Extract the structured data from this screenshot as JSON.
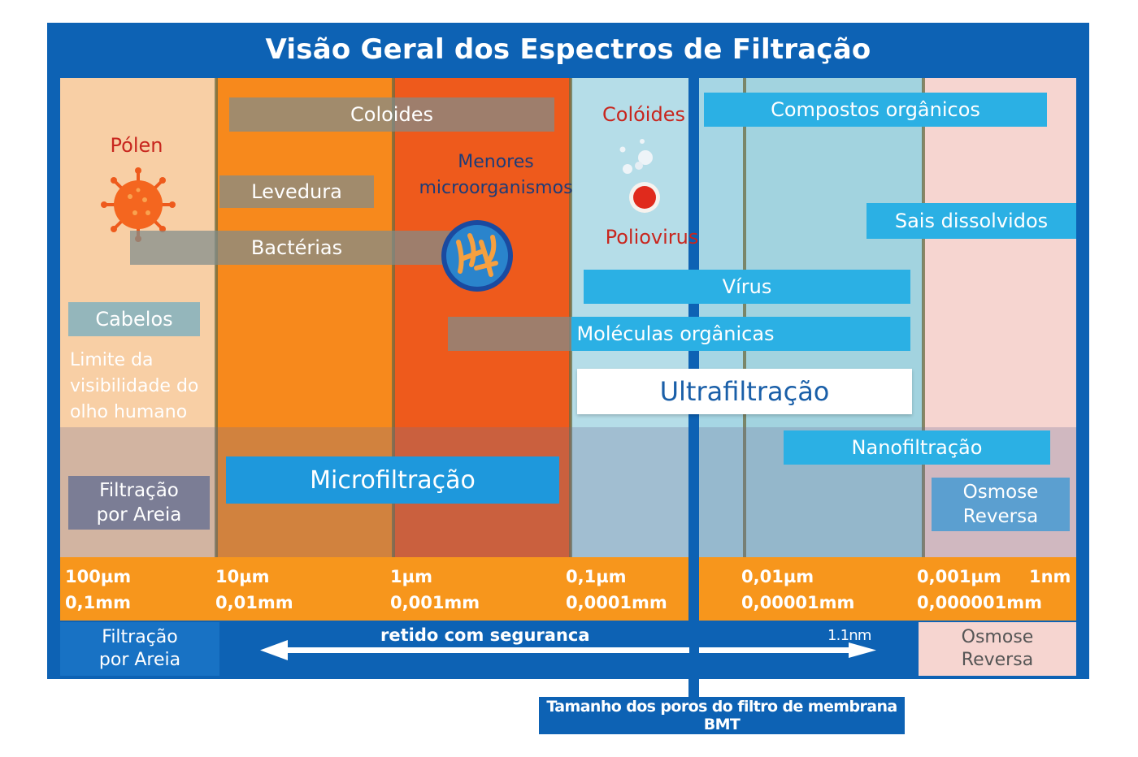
{
  "title": "Visão Geral dos Espectros de Filtração",
  "labels": {
    "polen": "Pólen",
    "coloides": "Coloides",
    "levedura": "Levedura",
    "bacterias": "Bactérias",
    "menores_1": "Menores",
    "menores_2": "microorganismos",
    "coloides2": "Colóides",
    "poliovirus": "Poliovirus",
    "compostos": "Compostos orgânicos",
    "sais": "Sais dissolvidos",
    "virus": "Vírus",
    "moleculas": "Moléculas orgânicas",
    "cabelos": "Cabelos",
    "limite_1": "Limite da",
    "limite_2": "visibilidade do",
    "limite_3": "olho humano",
    "ultrafiltracao": "Ultrafiltração",
    "nanofiltracao": "Nanofiltração",
    "microfiltracao": "Microfiltração",
    "filtracao_areia_1": "Filtração",
    "filtracao_areia_2": "por Areia",
    "osmose_1": "Osmose",
    "osmose_2": "Reversa"
  },
  "scale": [
    {
      "top": "100µm",
      "bottom": "0,1mm"
    },
    {
      "top": "10µm",
      "bottom": "0,01mm"
    },
    {
      "top": "1µm",
      "bottom": "0,001mm"
    },
    {
      "top": "0,1µm",
      "bottom": "0,0001mm"
    },
    {
      "top": "0,01µm",
      "bottom": "0,00001mm"
    },
    {
      "top": "0,001µm",
      "bottom": "0,000001mm"
    },
    {
      "top": "1nm",
      "bottom": ""
    }
  ],
  "bottom": {
    "left_1": "Filtração",
    "left_2": "por Areia",
    "retido": "retido com seguranca",
    "nm": "1.1nm",
    "right_1": "Osmose",
    "right_2": "Reversa"
  },
  "footer": "Tamanho dos poros do filtro de membrana BMT",
  "colors": {
    "frame": "#0d62b4",
    "scale_bar": "#f7961c",
    "label_red": "#c8261e",
    "label_cyan": "#2bb0e4"
  },
  "icons": [
    "pollen-icon",
    "colloid-icon",
    "poliovirus-icon",
    "bacteria-icon"
  ]
}
